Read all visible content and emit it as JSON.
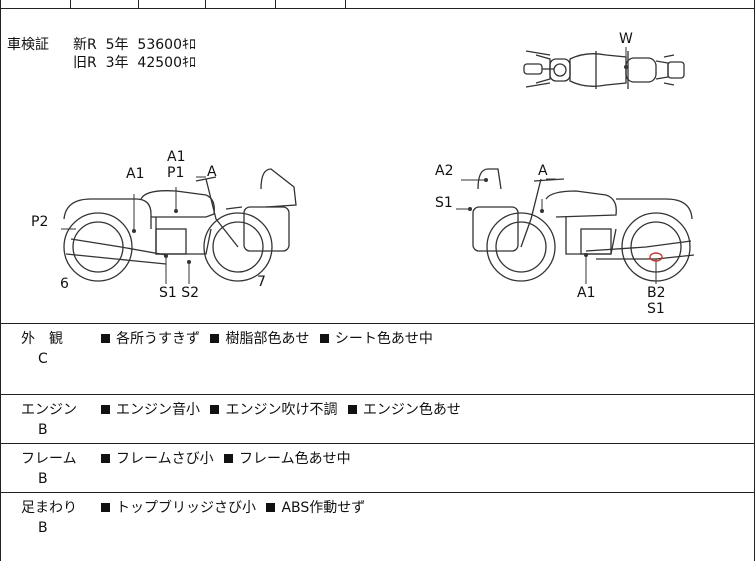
{
  "inspection": {
    "label": "車検証",
    "new_line": "新R  5年  53600ｷﾛ",
    "old_line": "旧R  3年  42500ｷﾛ"
  },
  "diagram_labels": {
    "top_w": "W",
    "left": {
      "a1_top": "A1",
      "p1": "P1",
      "a": "A",
      "a1_tank": "A1",
      "p2": "P2",
      "n6": "6",
      "n7": "7",
      "s1s2": "S1 S2"
    },
    "right": {
      "a2": "A2",
      "a": "A",
      "s1_top": "S1",
      "a1": "A1",
      "b2": "B2",
      "s1_bottom": "S1"
    }
  },
  "rows": [
    {
      "category": "外　観",
      "grade": "C",
      "items": [
        "各所うすきず",
        "樹脂部色あせ",
        "シート色あせ中"
      ]
    },
    {
      "category": "エンジン",
      "grade": "B",
      "items": [
        "エンジン音小",
        "エンジン吹け不調",
        "エンジン色あせ"
      ]
    },
    {
      "category": "フレーム",
      "grade": "B",
      "items": [
        "フレームさび小",
        "フレーム色あせ中"
      ]
    },
    {
      "category": "足まわり",
      "grade": "B",
      "items": [
        "トップブリッジさび小",
        "ABS作動せず"
      ]
    }
  ]
}
